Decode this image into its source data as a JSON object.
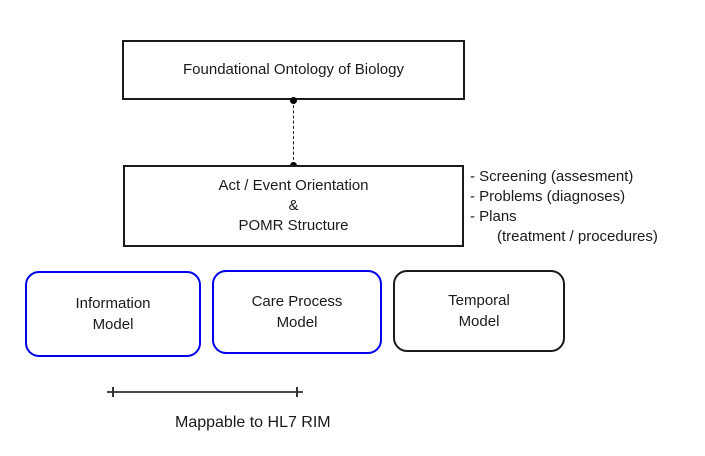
{
  "top_box": {
    "label": "Foundational Ontology of Biology"
  },
  "middle_box": {
    "line1": "Act / Event Orientation",
    "line2": "&",
    "line3": "POMR Structure"
  },
  "annotation_list": {
    "items": [
      "- Screening (assesment)",
      "- Problems (diagnoses)",
      "- Plans"
    ],
    "continuation": "(treatment / procedures)"
  },
  "model_boxes": [
    {
      "line1": "Information",
      "line2": "Model",
      "border_color": "#0000ee"
    },
    {
      "line1": "Care Process",
      "line2": "Model",
      "border_color": "#0000ee"
    },
    {
      "line1": "Temporal",
      "line2": "Model",
      "border_color": "#1a1a1a"
    }
  ],
  "mapping": {
    "label": "Mappable to HL7 RIM"
  },
  "colors": {
    "blue_highlight": "#0000ee",
    "box_border": "#1a1a1a",
    "text": "#1a1a1a",
    "connector": "#1a1a1a",
    "dimension_line": "#4d4d4d"
  }
}
